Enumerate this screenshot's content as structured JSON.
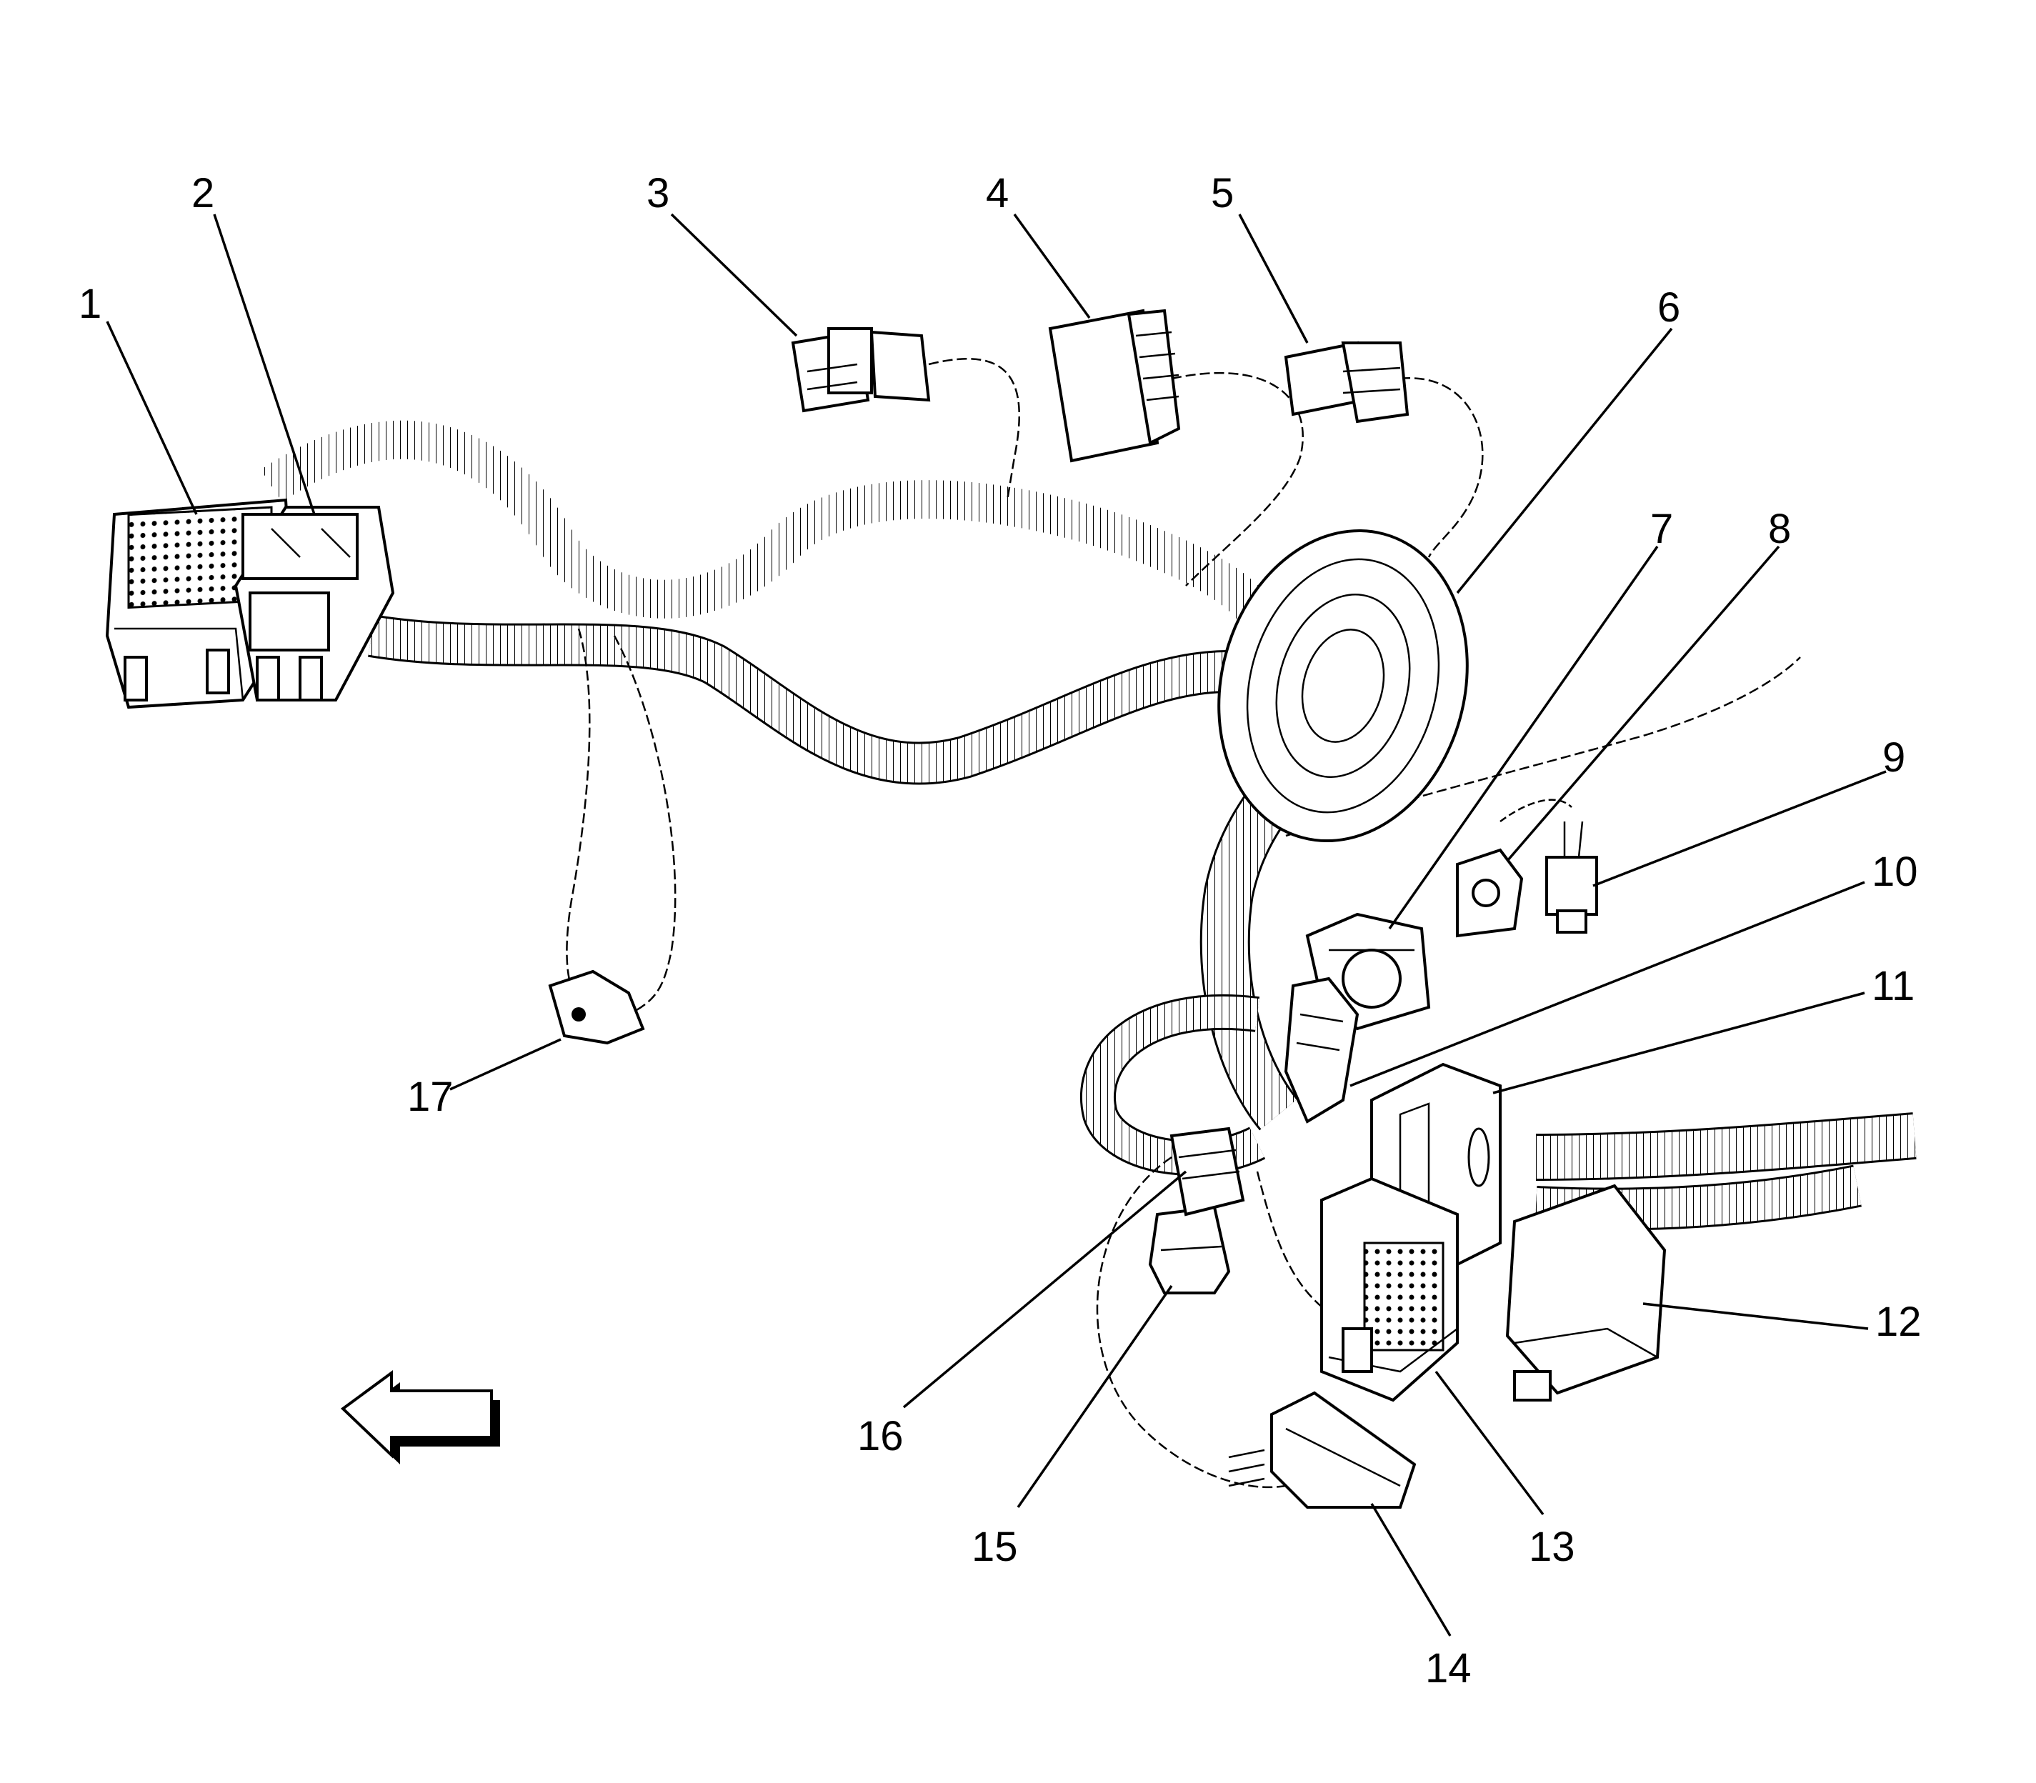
{
  "diagram": {
    "callouts": [
      {
        "id": "1",
        "label": "1"
      },
      {
        "id": "2",
        "label": "2"
      },
      {
        "id": "3",
        "label": "3"
      },
      {
        "id": "4",
        "label": "4"
      },
      {
        "id": "5",
        "label": "5"
      },
      {
        "id": "6",
        "label": "6"
      },
      {
        "id": "7",
        "label": "7"
      },
      {
        "id": "8",
        "label": "8"
      },
      {
        "id": "9",
        "label": "9"
      },
      {
        "id": "10",
        "label": "10"
      },
      {
        "id": "11",
        "label": "11"
      },
      {
        "id": "12",
        "label": "12"
      },
      {
        "id": "13",
        "label": "13"
      },
      {
        "id": "14",
        "label": "14"
      },
      {
        "id": "15",
        "label": "15"
      },
      {
        "id": "16",
        "label": "16"
      },
      {
        "id": "17",
        "label": "17"
      }
    ],
    "direction_arrow": {
      "icon": "left-arrow-icon",
      "points": "left"
    }
  }
}
